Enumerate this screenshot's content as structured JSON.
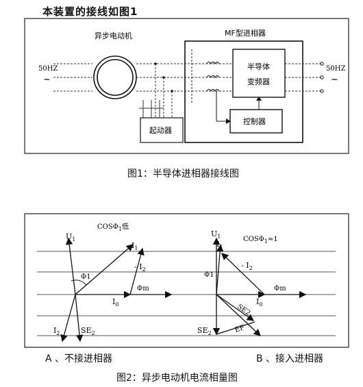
{
  "heading": "本装置的接线如图1",
  "fig1": {
    "motor_label": "异步电动机",
    "converter_label": "MF型进相器",
    "semiconductor_label_line1": "半导体",
    "semiconductor_label_line2": "变频器",
    "controller_label": "控制器",
    "starter_label": "起动器",
    "freq_left": "50HZ",
    "freq_right": "50HZ",
    "ac_symbol": "~",
    "caption": "图1：半导体进相器接线图"
  },
  "fig2": {
    "left": {
      "cos_label": "COSΦ",
      "cos_sub": "1",
      "cos_suffix": "低",
      "u1": "U",
      "u1_sub": "1",
      "i1": "I",
      "i1_sub": "1",
      "minus_i2": "- I",
      "minus_i2_sub": "2",
      "phi1": "Φ1",
      "phim": "Φm",
      "i0": "I",
      "i0_sub": "0",
      "i2": "I",
      "i2_sub": "2",
      "se2": "SE",
      "se2_sub": "2"
    },
    "right": {
      "cos_label": "COSΦ",
      "cos_sub": "1",
      "cos_suffix": "≈1",
      "u1": "U",
      "u1_sub": "1",
      "i1": "I",
      "i1_sub": "1",
      "minus_i2": "- I",
      "minus_i2_sub": "2",
      "phi1": "Φ1",
      "phim": "Φm",
      "i0": "I",
      "i0_sub": "0",
      "se2": "SE",
      "se2_sub": "2",
      "se2_diag": "SE2",
      "ef": "EF"
    },
    "sub_a": "A 、不接进相器",
    "sub_b": "B 、接入进相器",
    "caption": "图2：异步电动机电流相量图"
  }
}
